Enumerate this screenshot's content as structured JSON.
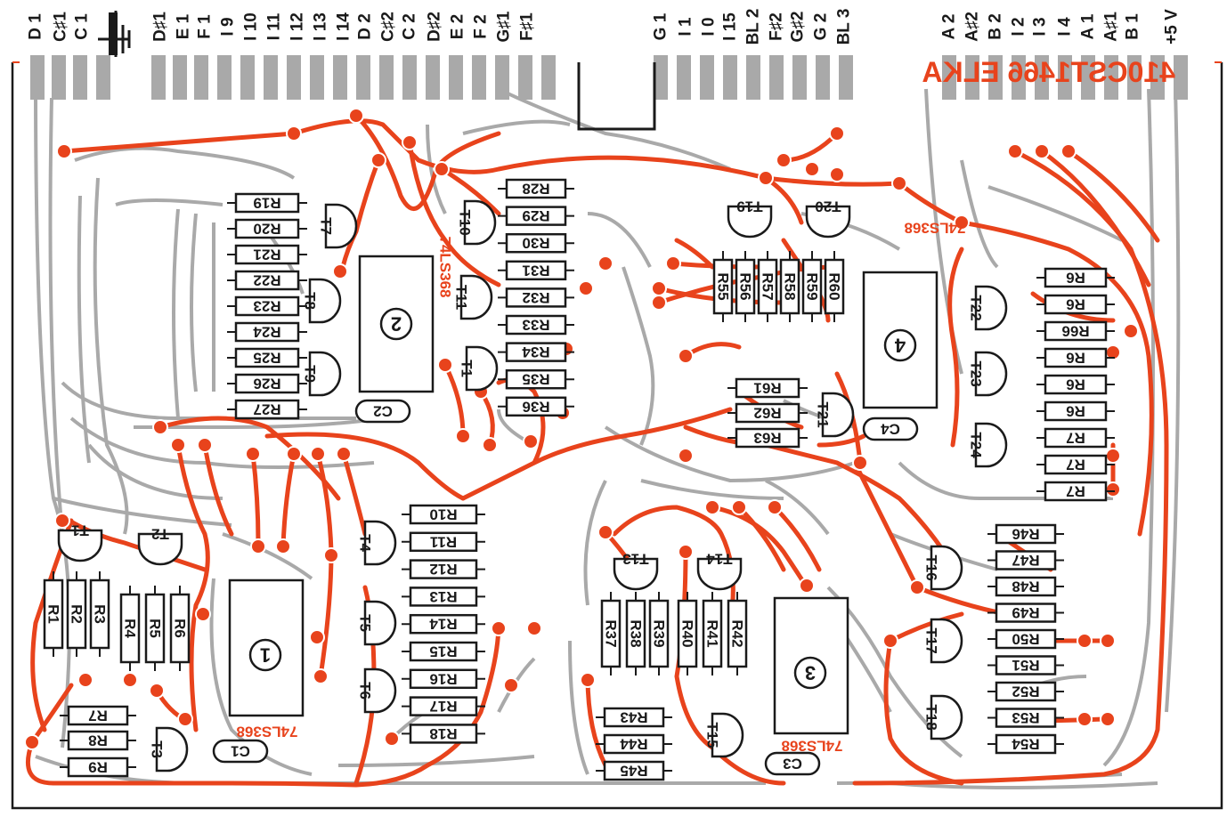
{
  "board": {
    "title": "410CST1466 ELKA",
    "colors": {
      "copper_top": "#e8431c",
      "copper_bottom": "#a9a9a9",
      "outline": "#1a1a1a",
      "paper": "#ffffff"
    }
  },
  "edge_connector": {
    "left_pins": [
      "D 1",
      "C♯1",
      "C 1",
      "⏚",
      "D♯1",
      "E 1",
      "F 1",
      "I 9",
      "I 10",
      "I 11",
      "I 12",
      "I 13",
      "I 14",
      "D 2",
      "C♯2",
      "C 2",
      "D♯2",
      "E 2",
      "F 2",
      "G♯1",
      "F♯1"
    ],
    "right_pins": [
      "G 1",
      "I 1",
      "I 0",
      "I 15",
      "BL 2",
      "F♯2",
      "G♯2",
      "G 2",
      "BL 3",
      "A 2",
      "A♯2",
      "B 2",
      "I 2",
      "I 3",
      "I 4",
      "A 1",
      "A♯1",
      "B 1",
      "+5 V"
    ]
  },
  "ics": [
    {
      "id": "1",
      "type": "74LS368"
    },
    {
      "id": "2",
      "type": "74LS368"
    },
    {
      "id": "3",
      "type": "74LS368"
    },
    {
      "id": "4",
      "type": "74LS368"
    }
  ],
  "transistors": [
    "T1",
    "T2",
    "T3",
    "T4",
    "T5",
    "T6",
    "T7",
    "T8",
    "T9",
    "T10",
    "T11",
    "T1",
    "T13",
    "T14",
    "T15",
    "T16",
    "T17",
    "T18",
    "T19",
    "T20",
    "T21",
    "T22",
    "T23",
    "T24"
  ],
  "capacitors": [
    "C1",
    "C2",
    "C3",
    "C4"
  ],
  "resistors": {
    "group_left_bottom": [
      "R1",
      "R2",
      "R3",
      "R4",
      "R5",
      "R6",
      "R7",
      "R8",
      "R9"
    ],
    "group_center_left": [
      "R10",
      "R11",
      "R12",
      "R13",
      "R14",
      "R15",
      "R16",
      "R17",
      "R18"
    ],
    "group_upper_left": [
      "R19",
      "R20",
      "R21",
      "R22",
      "R23",
      "R24",
      "R25",
      "R26",
      "R27"
    ],
    "group_upper_center": [
      "R28",
      "R29",
      "R30",
      "R31",
      "R32",
      "R33",
      "R34",
      "R35",
      "R36"
    ],
    "group_center_bottom": [
      "R37",
      "R38",
      "R39",
      "R40",
      "R41",
      "R42",
      "R43",
      "R44",
      "R45"
    ],
    "group_right_bottom": [
      "R46",
      "R47",
      "R48",
      "R49",
      "R50",
      "R51",
      "R52",
      "R53",
      "R54"
    ],
    "group_upper_right_vertical": [
      "R55",
      "R56",
      "R57",
      "R58",
      "R59",
      "R60"
    ],
    "group_upper_right": [
      "R61",
      "R62",
      "R63"
    ],
    "group_far_right": [
      "R6",
      "R6",
      "R66",
      "R6",
      "R6",
      "R6",
      "R7",
      "R7",
      "R7"
    ]
  }
}
